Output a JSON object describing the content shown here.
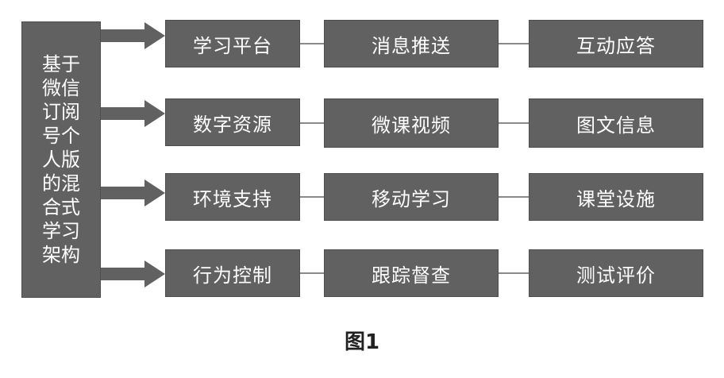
{
  "colors": {
    "box_fill": "#616161",
    "arrow_fill": "#616161",
    "connector": "#8a8a8a",
    "text": "#ffffff"
  },
  "root": {
    "label": "基于微信订阅号个人版的混合式学习架构"
  },
  "rows": [
    {
      "items": [
        "学习平台",
        "消息推送",
        "互动应答"
      ]
    },
    {
      "items": [
        "数字资源",
        "微课视频",
        "图文信息"
      ]
    },
    {
      "items": [
        "环境支持",
        "移动学习",
        "课堂设施"
      ]
    },
    {
      "items": [
        "行为控制",
        "跟踪督查",
        "测试评价"
      ]
    }
  ],
  "caption": "图1"
}
